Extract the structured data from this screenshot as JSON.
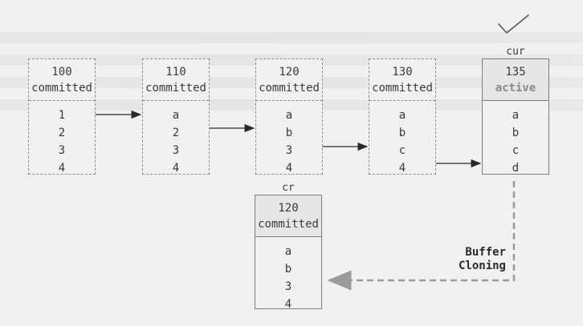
{
  "nodes": [
    {
      "id": "100",
      "state": "committed",
      "rows": [
        "1",
        "2",
        "3",
        "4"
      ]
    },
    {
      "id": "110",
      "state": "committed",
      "rows": [
        "a",
        "2",
        "3",
        "4"
      ]
    },
    {
      "id": "120",
      "state": "committed",
      "rows": [
        "a",
        "b",
        "3",
        "4"
      ]
    },
    {
      "id": "130",
      "state": "committed",
      "rows": [
        "a",
        "b",
        "c",
        "4"
      ]
    },
    {
      "id": "135",
      "state": "active",
      "tag": "cur",
      "rows": [
        "a",
        "b",
        "c",
        "d"
      ]
    }
  ],
  "clone": {
    "tag": "cr",
    "id": "120",
    "state": "committed",
    "rows": [
      "a",
      "b",
      "3",
      "4"
    ]
  },
  "arrow_label": {
    "line1": "Buffer",
    "line2": "Cloning"
  },
  "icons": {
    "check": "checkmark-icon"
  },
  "colors": {
    "dashed_arrow": "#9a9a9a",
    "border": "#8c8c8c"
  }
}
